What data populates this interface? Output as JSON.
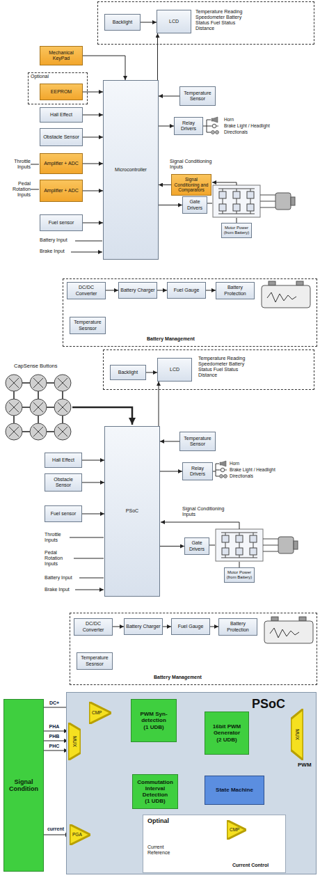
{
  "diagram": {
    "nodes": [
      {
        "text": [
          "Temperature Reading Speedometer Battery Status Fuel Status Distance"
        ]
      },
      {
        "text": [
          "Backlight"
        ],
        "in": 0
      },
      {
        "text": [
          "LCD"
        ],
        "in": 0
      },
      {
        "text": [
          "Mechanical KeyPad"
        ]
      },
      {
        "text": [
          "Optional"
        ]
      },
      {
        "text": [
          "EEPROM"
        ],
        "in": 4
      },
      {
        "text": [
          "Hall Effect"
        ]
      },
      {
        "text": [
          "Obstacle Sensor"
        ]
      },
      {
        "text": [
          "Amplifier + ADC"
        ]
      },
      {
        "text": [
          "Amplifier + ADC"
        ]
      },
      {
        "text": [
          "Fuel sensor"
        ]
      },
      {
        "text": [
          "Microcontroller"
        ]
      },
      {
        "text": [
          "Temperature Sensor"
        ]
      },
      {
        "text": [
          "Relay Drivers"
        ]
      },
      {
        "text": [
          "Signal Conditioning and Comparators"
        ]
      },
      {
        "text": [
          "Gate Drivers"
        ]
      },
      {
        "text": [
          "Motor Power (from Battery)"
        ]
      },
      {
        "text": [
          "Battery Management"
        ]
      },
      {
        "text": [
          "DC/DC Converter"
        ],
        "in": 17
      },
      {
        "text": [
          "Battery Charger"
        ],
        "in": 17
      },
      {
        "text": [
          "Fuel Gauge"
        ],
        "in": 17
      },
      {
        "text": [
          "Battery Protection"
        ],
        "in": 17
      },
      {
        "text": [
          "Temperature Sesnsor"
        ],
        "in": 17
      },
      {
        "text": [
          "Temperature Reading Speedometer Battery Status Fuel Status Distance"
        ]
      },
      {
        "text": [
          "Backlight"
        ],
        "in": 23
      },
      {
        "text": [
          "LCD"
        ],
        "in": 23
      },
      {
        "text": [
          "PSoC"
        ]
      },
      {
        "text": [
          "Temperature Sensor"
        ]
      },
      {
        "text": [
          "Hall Effect"
        ]
      },
      {
        "text": [
          "Obstacle Sensor"
        ]
      },
      {
        "text": [
          "Fuel sensor"
        ]
      },
      {
        "text": [
          "Relay Drivers"
        ]
      },
      {
        "text": [
          "Gate Drivers"
        ]
      },
      {
        "text": [
          "Motor Power (from Battery)"
        ]
      },
      {
        "text": [
          "Battery Management"
        ]
      },
      {
        "text": [
          "DC/DC Converter"
        ],
        "in": 34
      },
      {
        "text": [
          "Battery Charger"
        ],
        "in": 34
      },
      {
        "text": [
          "Fuel Gauge"
        ],
        "in": 34
      },
      {
        "text": [
          "Battery Protection"
        ],
        "in": 34
      },
      {
        "text": [
          "Temperature Sesnsor"
        ],
        "in": 34
      },
      {
        "text": [
          "Signal Condition"
        ]
      },
      {
        "text": [
          "PSoC"
        ]
      },
      {
        "text": [
          "MUX"
        ],
        "in": 41
      },
      {
        "text": [
          "CMP"
        ],
        "in": 41
      },
      {
        "text": [
          "PWM Syn-detection",
          "(1 UDB)"
        ],
        "in": 41
      },
      {
        "text": [
          "Commutation Interval Detection",
          "(1 UDB)"
        ],
        "in": 41
      },
      {
        "text": [
          "16bit PWM Generator",
          "(2 UDB)"
        ],
        "in": 41
      },
      {
        "text": [
          "State Machine"
        ],
        "in": 41
      },
      {
        "text": [
          "MUX"
        ],
        "in": 41
      },
      {
        "text": [
          "PGA"
        ],
        "in": 41
      },
      {
        "text": [
          "Optinal",
          "Current Reference",
          "Current Control"
        ],
        "in": 41
      },
      {
        "text": [
          "CMP"
        ],
        "in": 50
      }
    ],
    "edges": [
      {
        "from": 1,
        "to": 2,
        "arrow": "to"
      },
      {
        "from": 11,
        "to": 2,
        "arrow": "to"
      },
      {
        "from": 3,
        "to": 11,
        "arrow": "to"
      },
      {
        "from": 5,
        "to": 11,
        "arrow": "to"
      },
      {
        "from": 6,
        "to": 11,
        "arrow": "to"
      },
      {
        "from": 7,
        "to": 11,
        "arrow": "to"
      },
      {
        "from": 8,
        "to": 11,
        "arrow": "to"
      },
      {
        "from": 9,
        "to": 11,
        "arrow": "to"
      },
      {
        "from": 10,
        "to": 11,
        "arrow": "to"
      },
      {
        "from": 12,
        "to": 11,
        "arrow": "to"
      },
      {
        "from": 11,
        "to": 13,
        "arrow": "to"
      },
      {
        "from": 14,
        "to": 11,
        "arrow": "to"
      },
      {
        "from": 11,
        "to": 15,
        "arrow": "to"
      },
      {
        "from": 18,
        "to": 19,
        "arrow": "to"
      },
      {
        "from": 19,
        "to": 20,
        "arrow": "to"
      },
      {
        "from": 20,
        "to": 21,
        "arrow": "to"
      },
      {
        "from": 24,
        "to": 25,
        "arrow": "to"
      },
      {
        "from": 26,
        "to": 25,
        "arrow": "to"
      },
      {
        "from": 27,
        "to": 26,
        "arrow": "to"
      },
      {
        "from": 28,
        "to": 26,
        "arrow": "to"
      },
      {
        "from": 29,
        "to": 26,
        "arrow": "to"
      },
      {
        "from": 30,
        "to": 26,
        "arrow": "to"
      },
      {
        "from": 26,
        "to": 31,
        "arrow": "to"
      },
      {
        "from": 26,
        "to": 32,
        "arrow": "to"
      },
      {
        "from": 35,
        "to": 36,
        "arrow": "to"
      },
      {
        "from": 36,
        "to": 37,
        "arrow": "to"
      },
      {
        "from": 37,
        "to": 38,
        "arrow": "to"
      },
      {
        "from": 40,
        "to": 43,
        "arrow": "to",
        "label": "DC+"
      },
      {
        "from": 40,
        "to": 42,
        "arrow": "to",
        "label": "PHA"
      },
      {
        "from": 40,
        "to": 42,
        "arrow": "to",
        "label": "PHB"
      },
      {
        "from": 40,
        "to": 42,
        "arrow": "to",
        "label": "PHC"
      },
      {
        "from": 40,
        "to": 49,
        "arrow": "to",
        "label": "current"
      },
      {
        "from": 42,
        "to": 43,
        "arrow": "to"
      },
      {
        "from": 43,
        "to": 44,
        "arrow": "to"
      },
      {
        "from": 44,
        "to": 45,
        "arrow": "to"
      },
      {
        "from": 45,
        "to": 47,
        "arrow": "to"
      },
      {
        "from": 47,
        "to": 45,
        "arrow": "to"
      },
      {
        "from": 47,
        "to": 44,
        "arrow": "to"
      },
      {
        "from": 47,
        "to": 46,
        "arrow": "to"
      },
      {
        "from": 46,
        "to": 48,
        "arrow": "to"
      },
      {
        "from": 47,
        "to": 48,
        "arrow": "to"
      },
      {
        "from": 49,
        "to": 51,
        "arrow": "to"
      },
      {
        "from": 51,
        "to": 47,
        "arrow": "to"
      }
    ],
    "labels": [
      "Throttle Inputs",
      "Pedal Rotation Inputs",
      "Battery Input",
      "Brake Input",
      "Horn",
      "Brake Light / Headlight",
      "Directionals",
      "Signal Conditioning Inputs",
      "CapSense Buttons",
      "Throttle Inputs",
      "Pedal Rotation Inputs",
      "Battery Input",
      "Brake Input",
      "Horn",
      "Brake Light / Headlight",
      "Directionals",
      "Signal Conditioning Inputs",
      "PWM"
    ]
  }
}
